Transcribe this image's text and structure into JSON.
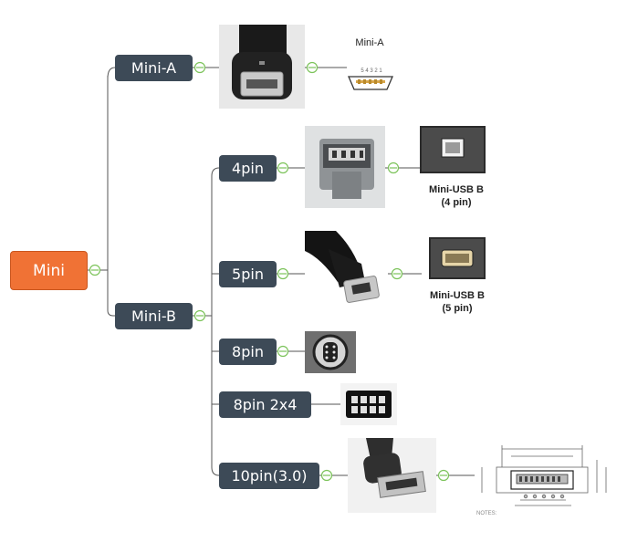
{
  "nodes": {
    "root": "Mini",
    "mini_a": "Mini-A",
    "mini_b": "Mini-B",
    "pin4": "4pin",
    "pin5": "5pin",
    "pin8": "8pin",
    "pin8x": "8pin 2x4",
    "pin10": "10pin(3.0)"
  },
  "labels": {
    "mini_a_title": "Mini-A",
    "mini_a_pins": "5 4 3 2 1",
    "usb_b4_line1": "Mini-USB B",
    "usb_b4_line2": "(4 pin)",
    "usb_b5_line1": "Mini-USB B",
    "usb_b5_line2": "(5 pin)",
    "notes": "NOTES:"
  },
  "colors": {
    "root_node": "#f07235",
    "branch_node": "#3d4a57",
    "connector_line": "#555555",
    "collapse_toggle": "#7cc35a"
  },
  "icons": [
    "collapse-toggle-icon",
    "connector-photo",
    "pinout-drawing"
  ]
}
